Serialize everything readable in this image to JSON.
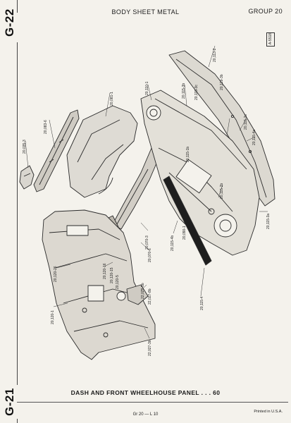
{
  "page_tag_top": "G-22",
  "page_tag_bottom": "G-21",
  "header": {
    "title": "BODY SHEET METAL",
    "group": "GROUP 20"
  },
  "ref_code": "A-5518",
  "caption": "DASH AND FRONT WHEELHOUSE PANEL . . . 60",
  "footer": {
    "page_code": "Gr 20 — L 10",
    "printed": "Printed in U.S.A."
  },
  "part_labels": [
    "20,035-3",
    "20,083-6",
    "20,081-1",
    "20,110-1",
    "20,115-3b",
    "20,115-3c",
    "20,129-3b",
    "20,113-2",
    "20,115-4a",
    "20,115-2e",
    "20,115-1b",
    "20,115-2b",
    "20,115-3a",
    "20,090-1",
    "20,115-4",
    "20,115-4b",
    "20,070-3",
    "20,070-6",
    "20,120-26",
    "20,120-1",
    "20,120-16",
    "20,120-15",
    "20,120-5",
    "22,027-5b",
    "22,027-8b",
    "22,027-3b"
  ]
}
